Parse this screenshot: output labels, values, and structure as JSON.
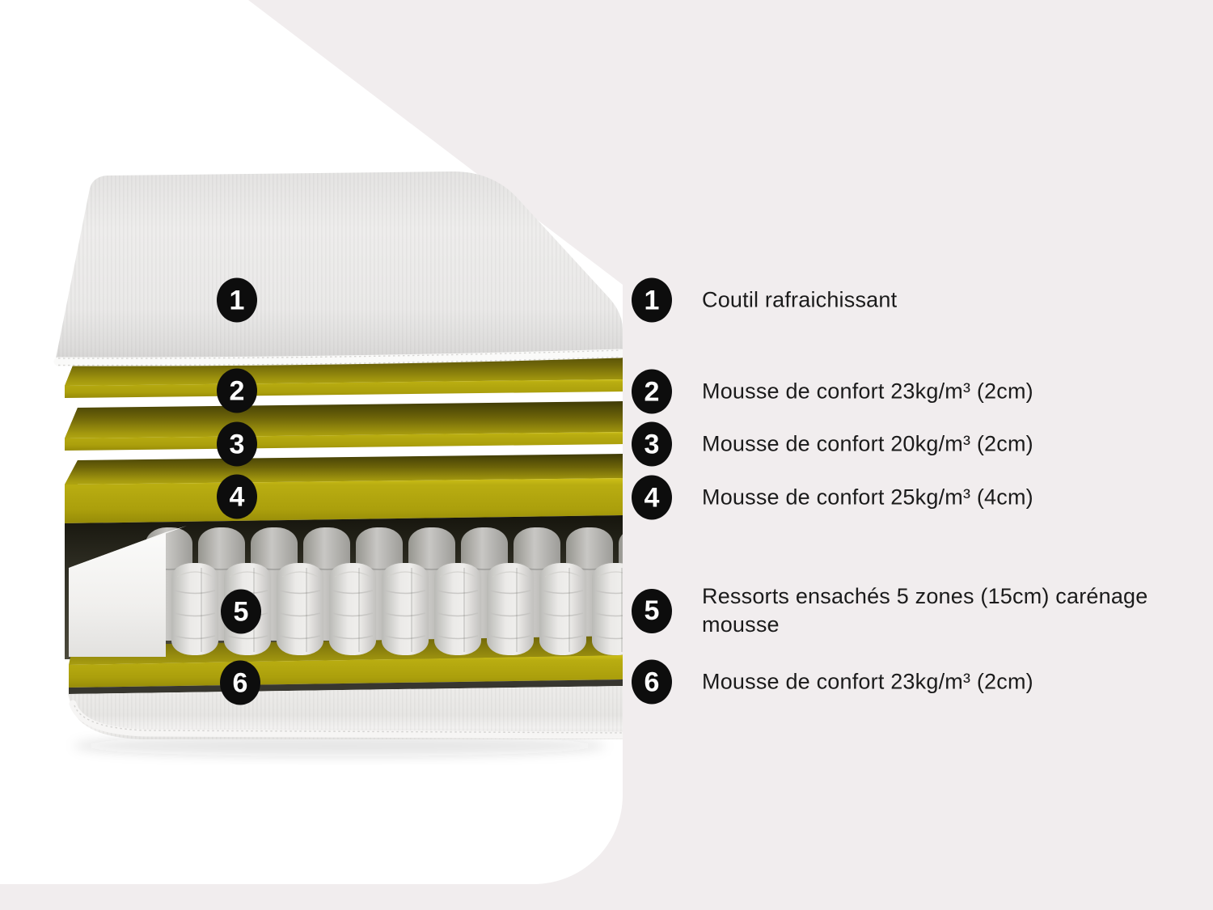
{
  "diagram": {
    "type": "mattress-layer-cutaway-infographic"
  },
  "legend": {
    "items": [
      {
        "number": "1",
        "label": "Coutil rafraichissant"
      },
      {
        "number": "2",
        "label": "Mousse de confort 23kg/m³ (2cm)"
      },
      {
        "number": "3",
        "label": "Mousse de confort 20kg/m³ (2cm)"
      },
      {
        "number": "4",
        "label": "Mousse de confort 25kg/m³ (4cm)"
      },
      {
        "number": "5",
        "label": "Ressorts ensachés 5 zones (15cm) carénage mousse"
      },
      {
        "number": "6",
        "label": "Mousse de confort 23kg/m³ (2cm)"
      }
    ]
  },
  "colors": {
    "background_panel": "#f1edee",
    "backdrop_white": "#ffffff",
    "marker_black": "#0d0d0d",
    "label_text": "#1b1b1b",
    "foam_yellow": "#b3a70f",
    "foam_dark_olive": "#453f07",
    "cover_fabric_gray": "#eae9e8",
    "spring_fabric_gray": "#e9e8e6"
  }
}
